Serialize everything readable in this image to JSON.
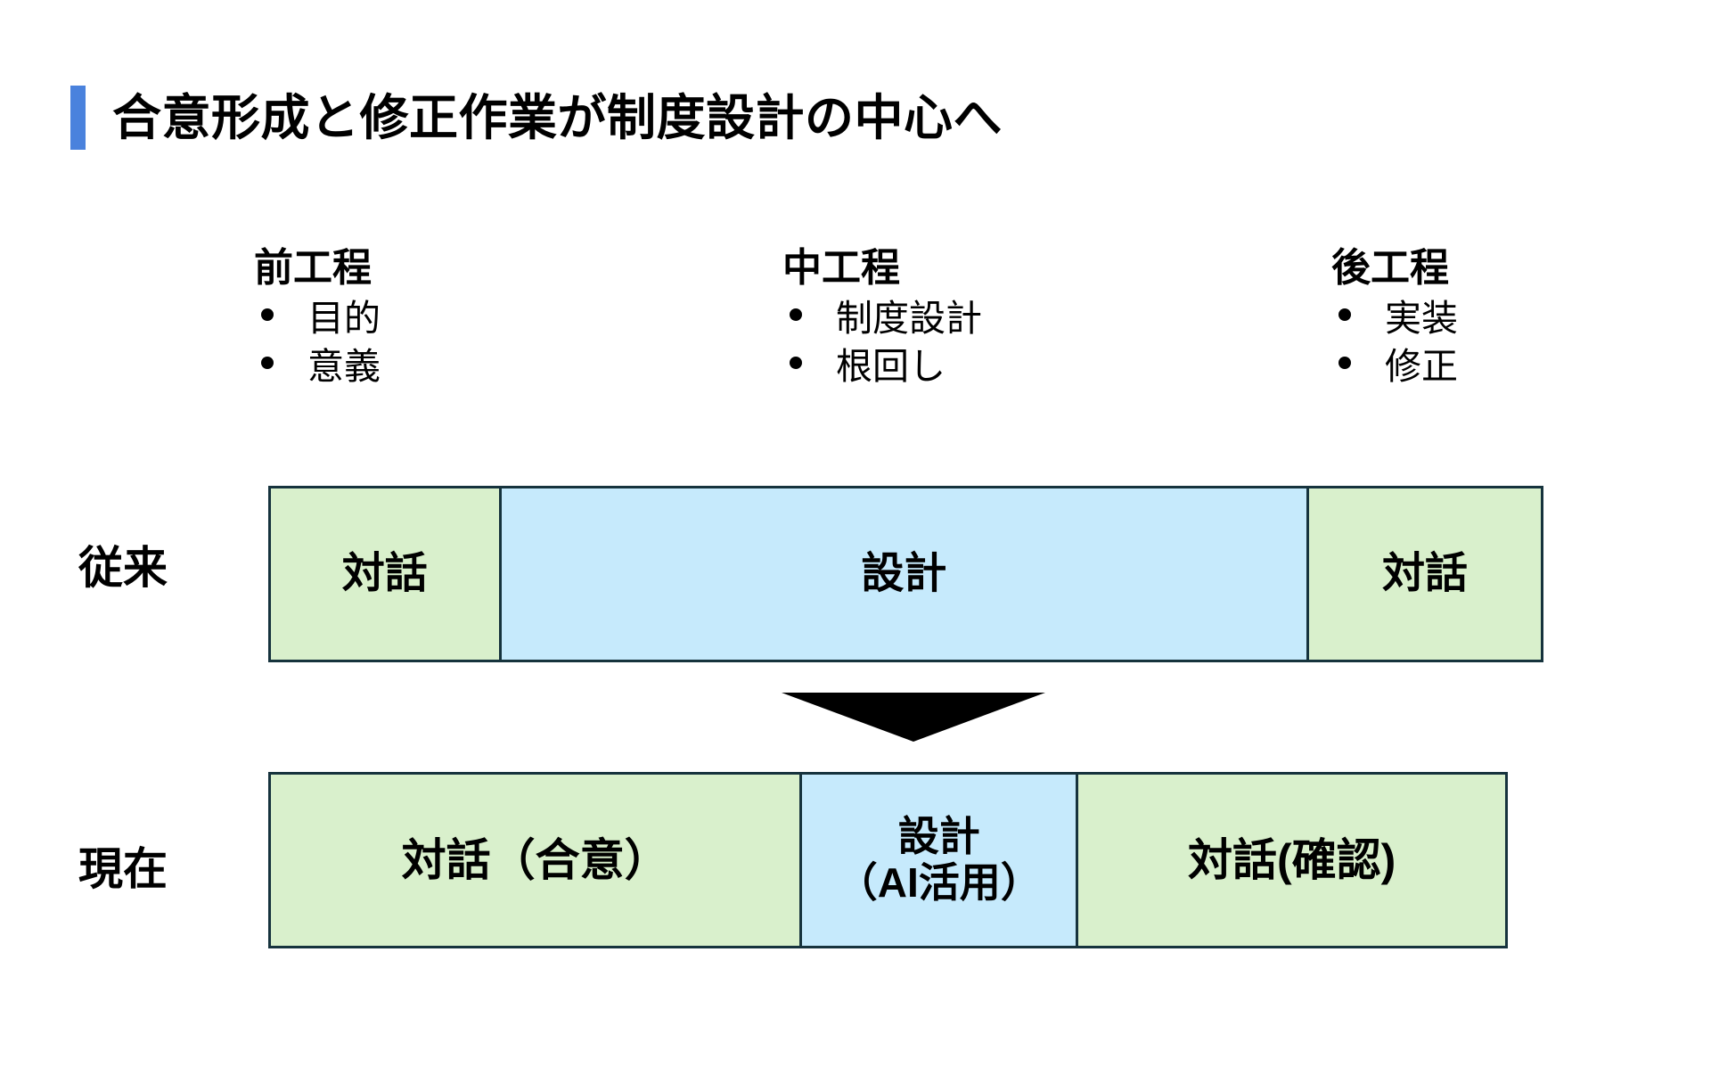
{
  "slide": {
    "title": "合意形成と修正作業が制度設計の中心へ",
    "accent_color": "#4A82DD",
    "background_color": "#FFFFFF"
  },
  "phases": [
    {
      "heading": "前工程",
      "items": [
        "目的",
        "意義"
      ]
    },
    {
      "heading": "中工程",
      "items": [
        "制度設計",
        "根回し"
      ]
    },
    {
      "heading": "後工程",
      "items": [
        "実装",
        "修正"
      ]
    }
  ],
  "rows": [
    {
      "label": "従来",
      "segments": [
        {
          "text": "対話",
          "fill": "#D9F0CC",
          "kind": "green",
          "width_pct": 18.2,
          "font_size": 48
        },
        {
          "text": "設計",
          "fill": "#C6EAFC",
          "kind": "blue",
          "width_pct": 63.3,
          "font_size": 48
        },
        {
          "text": "対話",
          "fill": "#D9F0CC",
          "kind": "green",
          "width_pct": 18.5,
          "font_size": 48
        }
      ]
    },
    {
      "label": "現在",
      "segments": [
        {
          "text": "対話（合意）",
          "fill": "#D9F0CC",
          "kind": "green",
          "width_pct": 42.9,
          "font_size": 50
        },
        {
          "text": "設計\n（AI活用）",
          "fill": "#C6EAFC",
          "kind": "blue",
          "width_pct": 22.4,
          "font_size": 46
        },
        {
          "text": "対話(確認)",
          "fill": "#D9F0CC",
          "kind": "green",
          "width_pct": 34.7,
          "font_size": 50
        }
      ]
    }
  ],
  "arrow": {
    "name": "down-arrow",
    "color": "#000000"
  },
  "border_color": "#16333D"
}
